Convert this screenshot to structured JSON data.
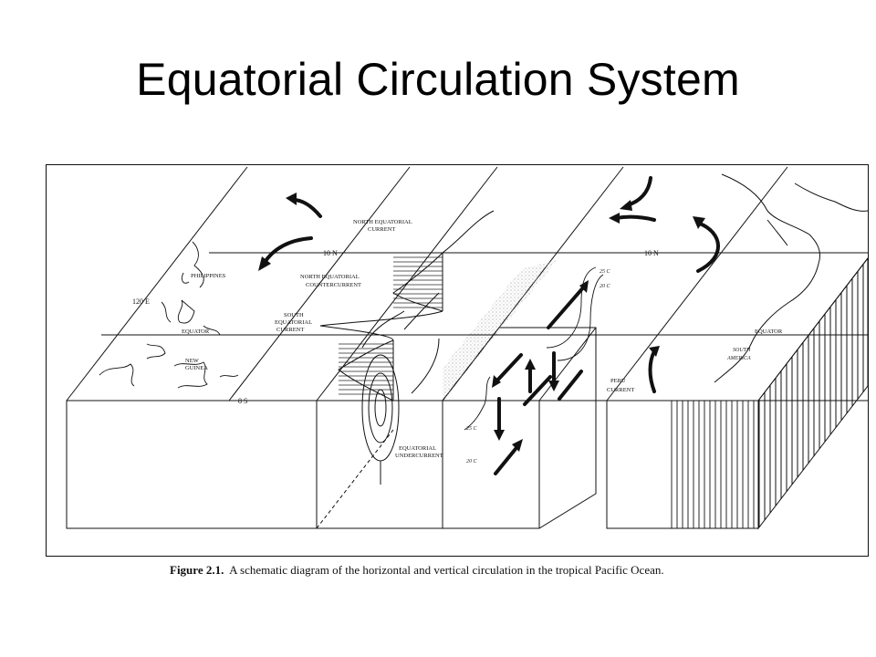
{
  "slide": {
    "title": "Equatorial Circulation System"
  },
  "figure": {
    "labels": {
      "north_equatorial_current_1": "NORTH EQUATORIAL",
      "north_equatorial_current_2": "CURRENT",
      "lat_10n_left": "10 N",
      "lat_10n_right": "10 N",
      "philippines": "PHILIPPINES",
      "north_equatorial_countercurrent_1": "NORTH EQUATORIAL",
      "north_equatorial_countercurrent_2": "COUNTERCURRENT",
      "lon_120e": "120 E",
      "south_equatorial_current_1": "SOUTH",
      "south_equatorial_current_2": "EQUATORIAL",
      "south_equatorial_current_3": "CURRENT",
      "equator_left": "EQUATOR",
      "equator_right": "EQUATOR",
      "new_guinea_1": "NEW",
      "new_guinea_2": "GUINEA",
      "lat_8s": "8 S",
      "equatorial_undercurrent_1": "EQUATORIAL",
      "equatorial_undercurrent_2": "UNDERCURRENT",
      "temp_25c_a": "25 C",
      "temp_20c_a": "20 C",
      "temp_25c_b": "25 C",
      "temp_20c_b": "20 C",
      "south_america_1": "SOUTH",
      "south_america_2": "AMERICA",
      "peru_current_1": "PERU",
      "peru_current_2": "CURRENT"
    },
    "caption_label": "Figure 2.1.",
    "caption_text": "A schematic diagram of the horizontal and vertical circulation in the tropical Pacific Ocean."
  }
}
